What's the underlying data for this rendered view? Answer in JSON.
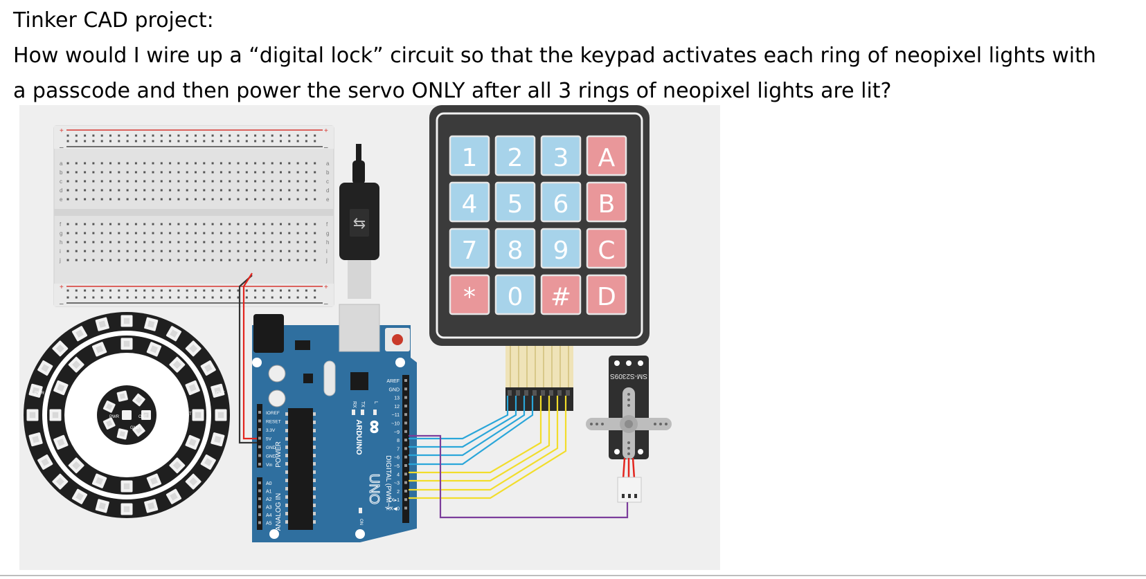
{
  "document": {
    "heading": "Tinker CAD project:",
    "question_line1": "How would I wire up a “digital lock” circuit so that the keypad activates each ring of neopixel lights with",
    "question_line2": "a passcode and then power the servo ONLY after all 3 rings of neopixel lights are lit?"
  },
  "keypad": {
    "rows": [
      [
        "1",
        "2",
        "3",
        "A"
      ],
      [
        "4",
        "5",
        "6",
        "B"
      ],
      [
        "7",
        "8",
        "9",
        "C"
      ],
      [
        "*",
        "0",
        "#",
        "D"
      ]
    ],
    "blue_key_color": "#a7d3ea",
    "red_key_color": "#e9979a"
  },
  "breadboard": {
    "plus": "+",
    "minus": "–",
    "rows_top": [
      "a",
      "b",
      "c",
      "d",
      "e"
    ],
    "rows_bottom": [
      "f",
      "g",
      "h",
      "i",
      "j"
    ]
  },
  "arduino": {
    "brand": "ARDUINO",
    "model": "UNO",
    "power_header": "POWER",
    "analog_header": "ANALOG IN",
    "digital_header": "DIGITAL (PWM~)",
    "on_label": "ON",
    "tx": "TX",
    "rx": "RX",
    "l": "L",
    "power_pins": [
      "IOREF",
      "RESET",
      "3.3V",
      "5V",
      "GND",
      "GND",
      "Vin"
    ],
    "analog_pins": [
      "A0",
      "A1",
      "A2",
      "A3",
      "A4",
      "A5"
    ],
    "digital_pins": [
      "AREF",
      "GND",
      "13",
      "12",
      "~11",
      "~10",
      "~9",
      "8",
      "7",
      "~6",
      "~5",
      "4",
      "~3",
      "2",
      "TX▸1",
      "RX◀0"
    ],
    "board_color": "#2f6f9f"
  },
  "neopixel": {
    "pwr": "PWR",
    "out": "OUT",
    "gnd": "GND"
  },
  "servo": {
    "model": "SM-S2309S"
  },
  "wires": {
    "red": "#e3261f",
    "black": "#333333",
    "blue": "#2aa6d9",
    "yellow": "#f2dd2b",
    "purple": "#7b3d9b"
  }
}
